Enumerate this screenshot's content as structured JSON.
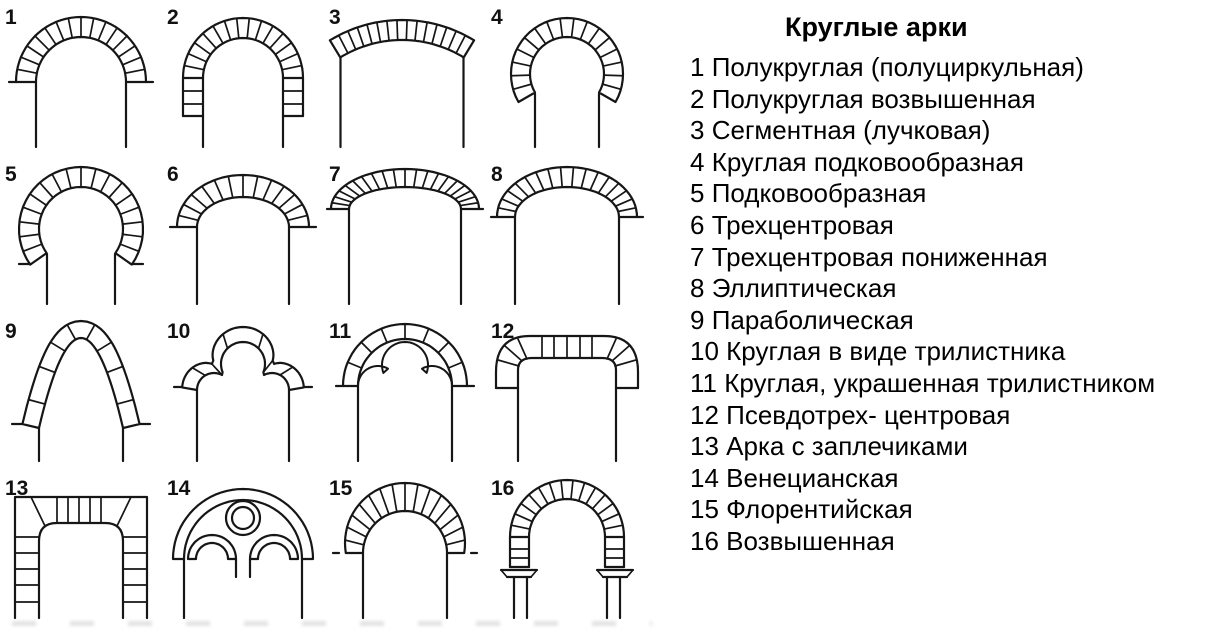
{
  "title": "Круглые арки",
  "colors": {
    "ink": "#161616",
    "paper": "#ffffff"
  },
  "legend": [
    {
      "num": "1",
      "label": "Полукруглая (полуциркульная)"
    },
    {
      "num": "2",
      "label": "Полукруглая возвышенная"
    },
    {
      "num": "3",
      "label": "Сегментная (лучковая)"
    },
    {
      "num": "4",
      "label": "Круглая подковообразная"
    },
    {
      "num": "5",
      "label": "Подковообразная"
    },
    {
      "num": "6",
      "label": "Трехцентровая"
    },
    {
      "num": "7",
      "label": "Трехцентровая пониженная"
    },
    {
      "num": "8",
      "label": "Эллиптическая"
    },
    {
      "num": "9",
      "label": "Параболическая"
    },
    {
      "num": "10",
      "label": "Круглая в виде трилистника"
    },
    {
      "num": "11",
      "label": "Круглая, украшенная трилистником"
    },
    {
      "num": "12",
      "label": "Псевдотрех- центровая"
    },
    {
      "num": "13",
      "label": "Арка с заплечиками"
    },
    {
      "num": "14",
      "label": "Венецианская"
    },
    {
      "num": "15",
      "label": "Флорентийская"
    },
    {
      "num": "16",
      "label": "Возвышенная"
    }
  ],
  "arches": [
    {
      "num": "1",
      "type": "semicircular"
    },
    {
      "num": "2",
      "type": "semicircular_raised"
    },
    {
      "num": "3",
      "type": "segmental"
    },
    {
      "num": "4",
      "type": "round_horseshoe"
    },
    {
      "num": "5",
      "type": "horseshoe"
    },
    {
      "num": "6",
      "type": "three_centered"
    },
    {
      "num": "7",
      "type": "three_centered_depressed"
    },
    {
      "num": "8",
      "type": "elliptical"
    },
    {
      "num": "9",
      "type": "parabolic"
    },
    {
      "num": "10",
      "type": "trefoil"
    },
    {
      "num": "11",
      "type": "trefoil_decorated"
    },
    {
      "num": "12",
      "type": "pseudo_three_centered"
    },
    {
      "num": "13",
      "type": "shouldered"
    },
    {
      "num": "14",
      "type": "venetian"
    },
    {
      "num": "15",
      "type": "florentine"
    },
    {
      "num": "16",
      "type": "raised"
    }
  ]
}
